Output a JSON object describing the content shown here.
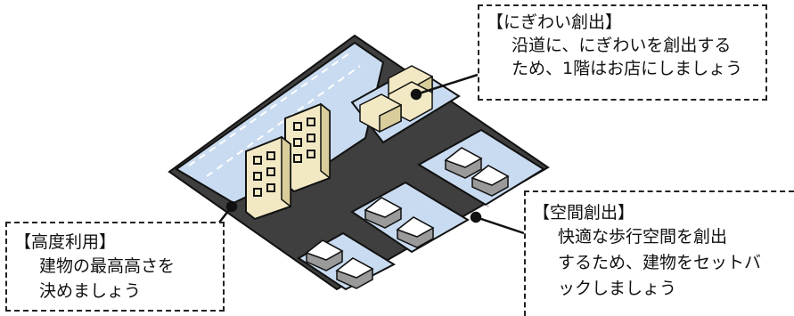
{
  "callouts": {
    "nigiwai": {
      "title": "【にぎわい創出】",
      "lines": [
        "沿道に、にぎわいを創出する",
        "ため、1階はお店にしましょう"
      ]
    },
    "kukan": {
      "title": "【空間創出】",
      "lines": [
        "快適な歩行空間を創出",
        "するため、建物をセットバ",
        "ックしましょう"
      ]
    },
    "kodo": {
      "title": "【高度利用】",
      "lines": [
        "建物の最高高さを",
        "決めましょう"
      ]
    }
  },
  "colors": {
    "lot": "#c9dbf0",
    "road": "#3f3f3f",
    "outline": "#111111",
    "building": "#f2e9c4",
    "house": "#9a9a9a"
  }
}
